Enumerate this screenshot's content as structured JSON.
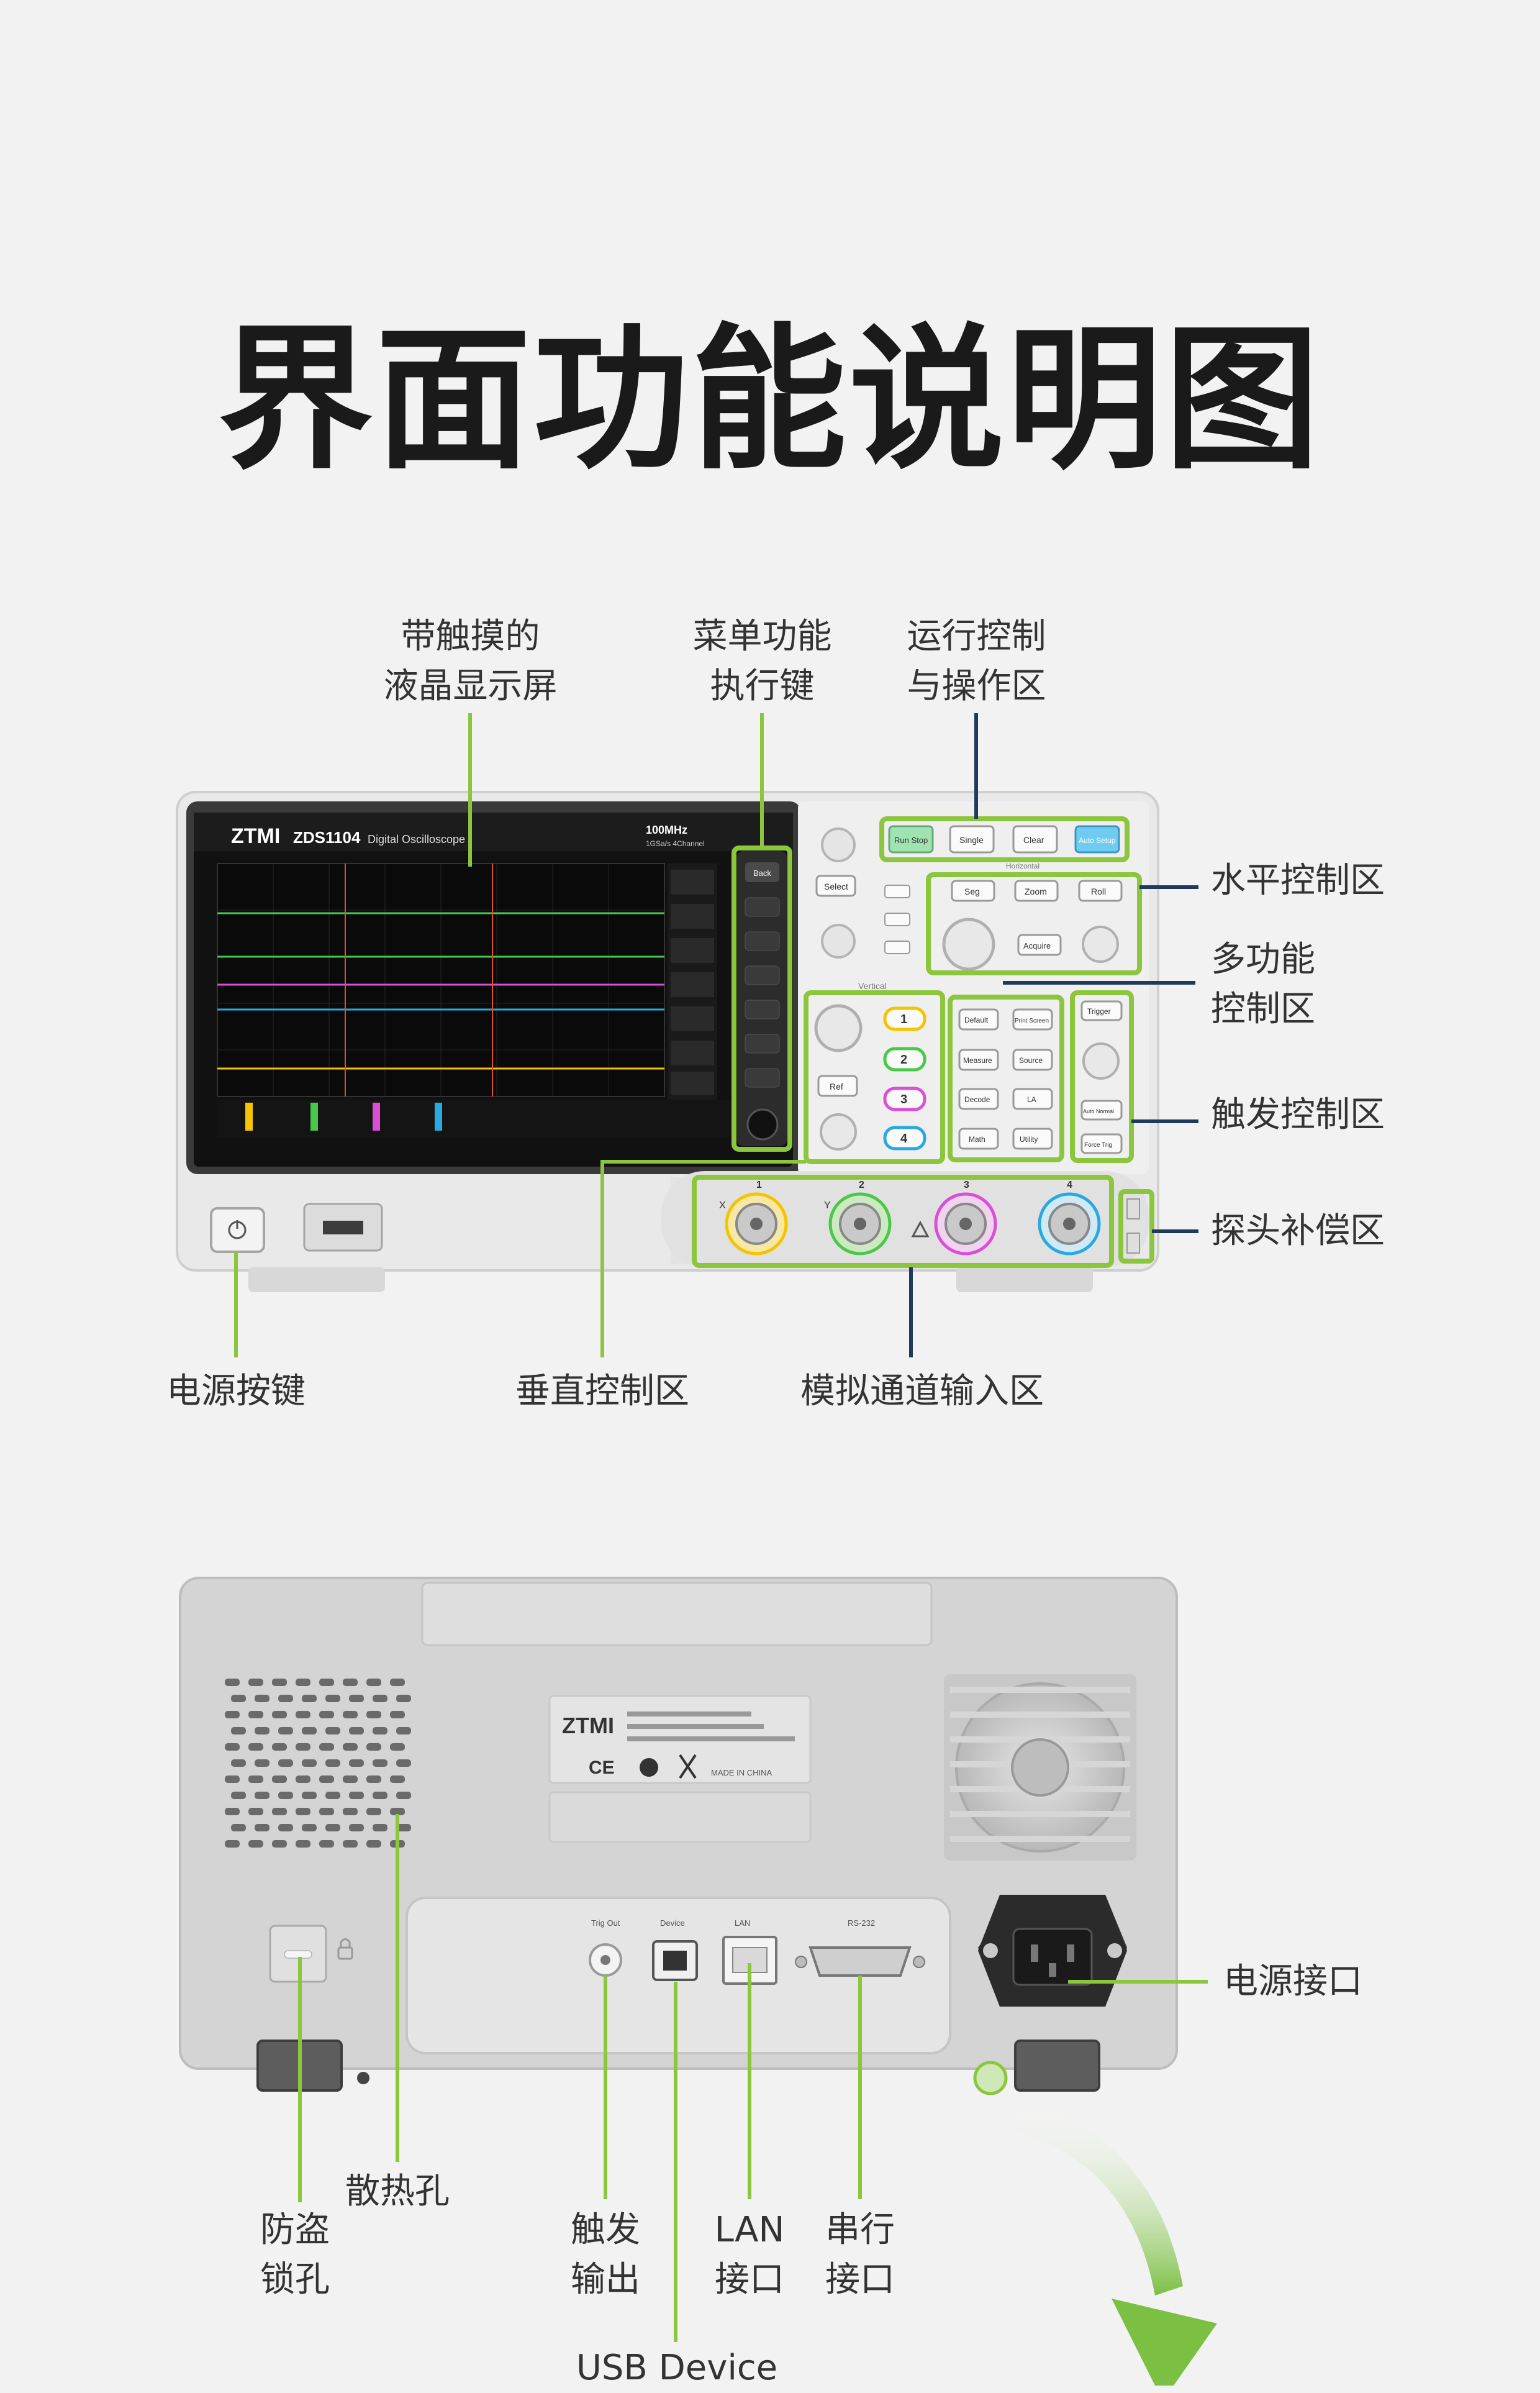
{
  "title": "界面功能说明图",
  "front": {
    "brand": "ZTMI",
    "model": "ZDS1104",
    "model_desc": "Digital Oscilloscope",
    "spec_line1": "100MHz",
    "spec_line2": "1GSa/s 4Channel",
    "buttons": {
      "run_stop": "Run Stop",
      "single": "Single",
      "clear": "Clear",
      "auto_setup": "Auto Setup",
      "select": "Select",
      "seg": "Seg",
      "zoom": "Zoom",
      "roll": "Roll",
      "acquire": "Acquire",
      "ref": "Ref",
      "default": "Default",
      "print_screen": "Print Screen",
      "measure": "Measure",
      "source": "Source",
      "decode": "Decode",
      "la": "LA",
      "math": "Math",
      "utility": "Utility",
      "trigger": "Trigger",
      "auto_normal": "Auto Normal",
      "force_trig": "Force Trig",
      "back": "Back"
    },
    "section_vertical": "Vertical",
    "section_horizontal": "Horizontal",
    "channels": [
      "1",
      "2",
      "3",
      "4"
    ],
    "x_label": "X",
    "y_label": "Y"
  },
  "front_labels": {
    "lcd": [
      "带触摸的",
      "液晶显示屏"
    ],
    "menu_keys": [
      "菜单功能",
      "执行键"
    ],
    "run_control": [
      "运行控制",
      "与操作区"
    ],
    "horizontal": "水平控制区",
    "multi": [
      "多功能",
      "控制区"
    ],
    "trigger": "触发控制区",
    "probe_comp": "探头补偿区",
    "power_key": "电源按键",
    "vertical": "垂直控制区",
    "analog_input": "模拟通道输入区"
  },
  "rear": {
    "brand": "ZTMI",
    "made_in": "MADE IN CHINA",
    "trig_out": "Trig Out",
    "device": "Device",
    "lan": "LAN",
    "rs232": "RS-232"
  },
  "rear_labels": {
    "power_port": "电源接口",
    "lock_hole": [
      "防盗",
      "锁孔"
    ],
    "heat_holes": "散热孔",
    "trig_output": [
      "触发",
      "输出"
    ],
    "lan_port": [
      "LAN",
      "接口"
    ],
    "serial_port": [
      "串行",
      "接口"
    ],
    "usb_device": "USB Device"
  },
  "colors": {
    "accent_green": "#8cc63f",
    "ch1": "#f5c400",
    "ch2": "#49c84a",
    "ch3": "#d94fd6",
    "ch4": "#2aa9e0",
    "leader_dark": "#1f3a5c",
    "arrow_green": "#7bc043"
  }
}
